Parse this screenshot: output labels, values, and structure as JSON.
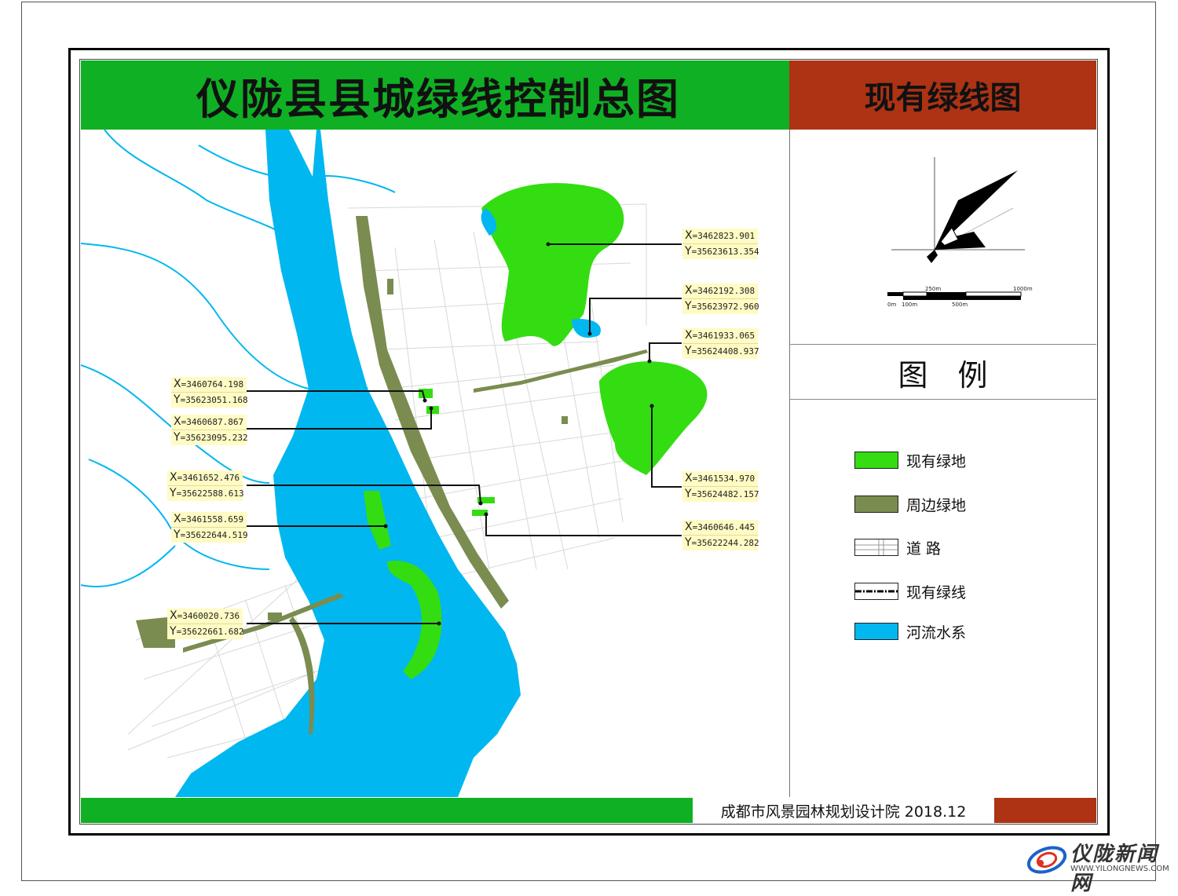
{
  "title": "仪陇县县城绿线控制总图",
  "subtitle": "现有绿线图",
  "legend": {
    "title": "图　例",
    "items": [
      {
        "label": "现有绿地",
        "color": "#33dd11"
      },
      {
        "label": "周边绿地",
        "color": "#7a8c4f"
      },
      {
        "label": "道  路",
        "color": "#ffffff"
      },
      {
        "label": "现有绿线",
        "color": "#000000"
      },
      {
        "label": "河流水系",
        "color": "#00b7f0"
      }
    ]
  },
  "scale_bar": {
    "labels": [
      "250m",
      "1000m",
      "0m",
      "100m",
      "500m"
    ]
  },
  "coordinates": [
    {
      "x": "3462823.901",
      "y": "35623613.354"
    },
    {
      "x": "3462192.308",
      "y": "35623972.960"
    },
    {
      "x": "3461933.065",
      "y": "35624408.937"
    },
    {
      "x": "3460764.198",
      "y": "35623051.168"
    },
    {
      "x": "3460687.867",
      "y": "35623095.232"
    },
    {
      "x": "3461534.970",
      "y": "35624482.157"
    },
    {
      "x": "3461652.476",
      "y": "35622588.613"
    },
    {
      "x": "3461558.659",
      "y": "35622644.519"
    },
    {
      "x": "3460646.445",
      "y": "35622244.282"
    },
    {
      "x": "3460020.736",
      "y": "35622661.682"
    }
  ],
  "footer": {
    "text": "成都市风景园林规划设计院 2018.12"
  },
  "watermark": {
    "name": "仪陇新闻网",
    "url": "WWW.YILONGNEWS.COM"
  },
  "colors": {
    "title_green": "#0fb023",
    "subtitle_red": "#ad3314",
    "river": "#00b7f0",
    "existing_green": "#33dd11",
    "peripheral_green": "#7a8c4f"
  }
}
